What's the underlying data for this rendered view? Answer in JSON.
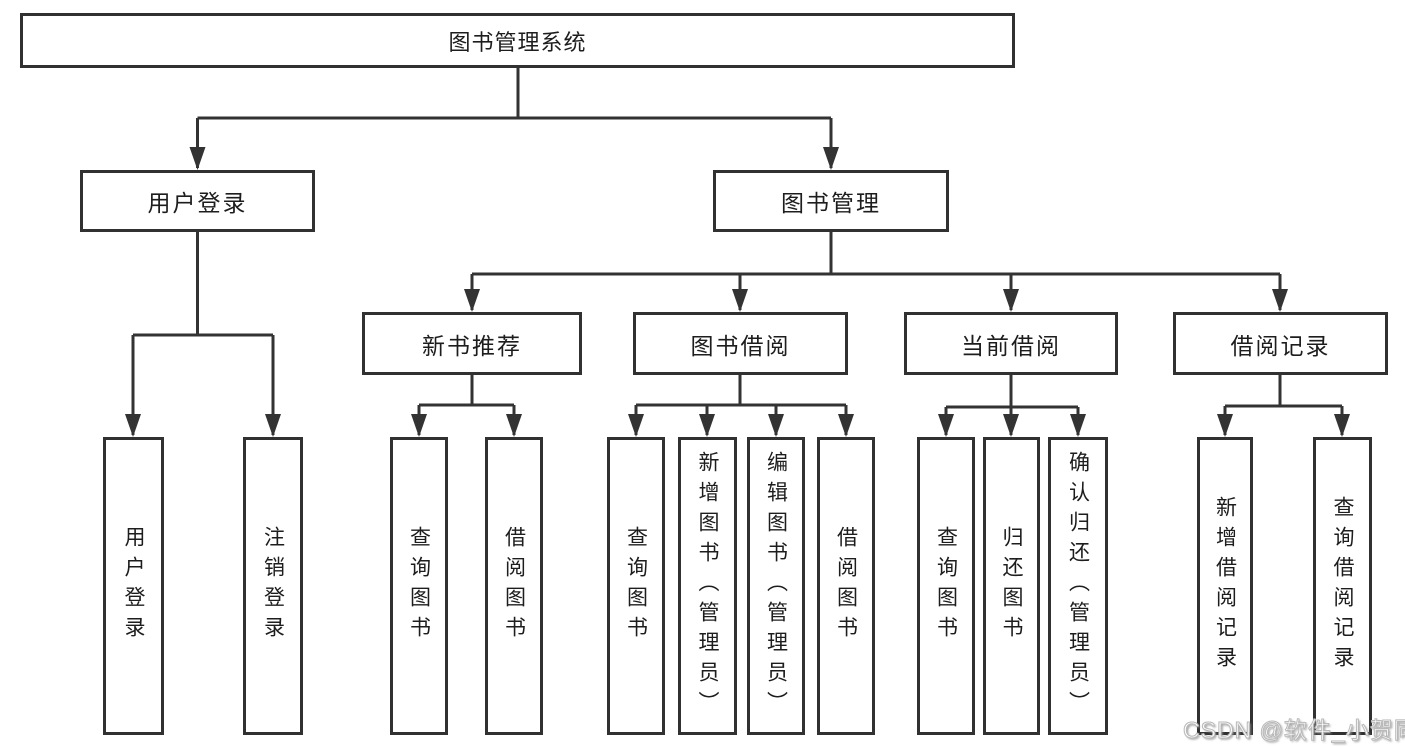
{
  "nodes": {
    "root": "图书管理系统",
    "login": "用户登录",
    "manage": "图书管理",
    "recommend": "新书推荐",
    "borrow": "图书借阅",
    "current": "当前借阅",
    "records": "借阅记录",
    "login_children": [
      "用户登录",
      "注销登录"
    ],
    "recommend_children": [
      "查询图书",
      "借阅图书"
    ],
    "borrow_children": [
      "查询图书",
      "新增图书（管理员）",
      "编辑图书（管理员）",
      "借阅图书"
    ],
    "current_children": [
      "查询图书",
      "归还图书",
      "确认归还（管理员）"
    ],
    "records_children": [
      "新增借阅记录",
      "查询借阅记录"
    ]
  },
  "watermark": "CSDN @软件_小贺同学",
  "colors": {
    "line": "#333333",
    "box_border": "#313131",
    "text": "#1d1d1d",
    "background": "#ffffff",
    "watermark_fill": "#ffffff",
    "watermark_edge": "#9a9a9a"
  }
}
